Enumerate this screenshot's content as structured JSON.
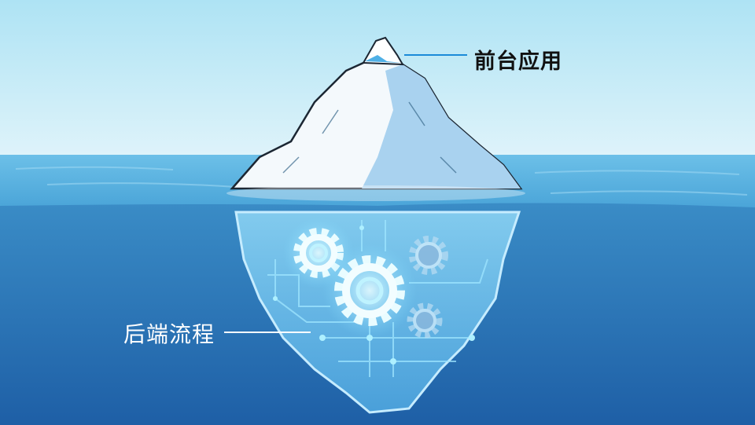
{
  "diagram": {
    "type": "iceberg-metaphor",
    "labels": {
      "above_water": "前台应用",
      "below_water": "后端流程"
    },
    "colors": {
      "sky_top": "#aee3f4",
      "sky_bottom": "#def3fa",
      "water_surface": "#5fb4e0",
      "deep_water_top": "#3a8cc6",
      "deep_water_bottom": "#1e5fa6",
      "ice_light": "#f4f9fc",
      "ice_shadow": "#9cc9ec",
      "leader_line_top": "#1a8ad8",
      "leader_line_bottom": "#ffffff",
      "gear_glow": "#c8f4ff"
    }
  }
}
